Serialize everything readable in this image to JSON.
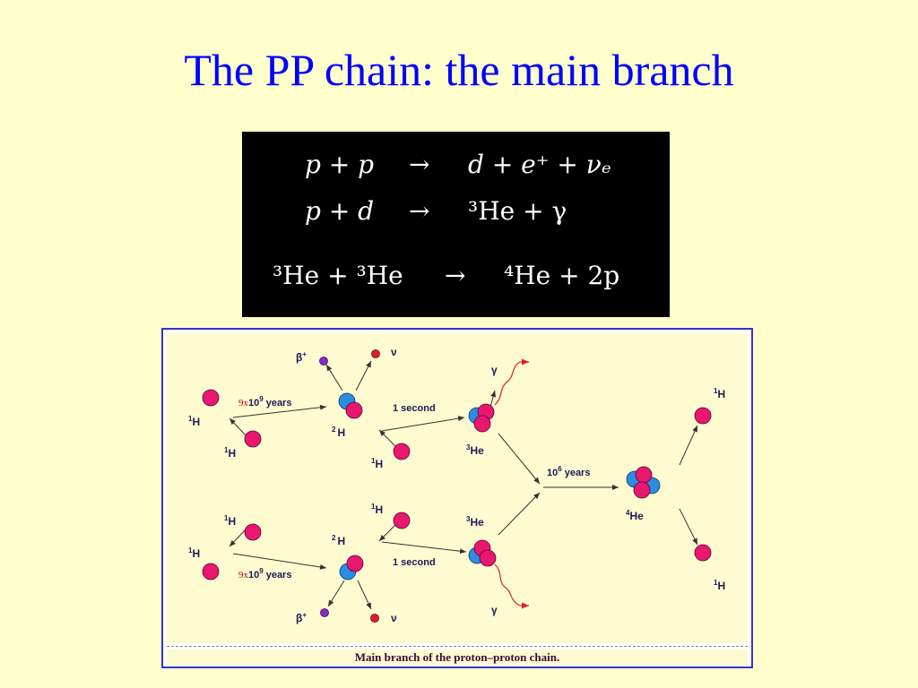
{
  "slide": {
    "title": "The PP chain: the main branch"
  },
  "equations": {
    "row1": {
      "lhs": "p + p",
      "arrow": "→",
      "rhs": "d + e⁺ + νₑ"
    },
    "row2": {
      "lhs": "p + d",
      "arrow": "→",
      "rhs": "³He + γ"
    },
    "row3": {
      "lhs": "³He + ³He",
      "arrow": "→",
      "rhs": "⁴He + 2p"
    }
  },
  "diagram": {
    "caption": "Main branch of the proton–proton chain.",
    "labels": {
      "proton": "H",
      "proton_mass": "1",
      "deuteron": "H",
      "deuteron_mass": "2",
      "helium3": "He",
      "helium3_mass": "3",
      "helium4": "He",
      "helium4_mass": "4",
      "positron": "β",
      "positron_charge": "+",
      "neutrino": "ν",
      "gamma": "γ",
      "time_pp_prefix": "9x",
      "time_pp_base": "10",
      "time_pp_exp": "9",
      "time_pp_unit": "years",
      "time_pd": "1 second",
      "time_hehe_base": "10",
      "time_hehe_exp": "6",
      "time_hehe_unit": "years"
    },
    "colors": {
      "proton": "#e8176f",
      "neutron": "#2a8de0",
      "positron": "#7b2fd0",
      "neutrino": "#e02020",
      "gamma_wave": "#e02020",
      "label": "#1a1a5a",
      "arrow": "#333333"
    }
  }
}
